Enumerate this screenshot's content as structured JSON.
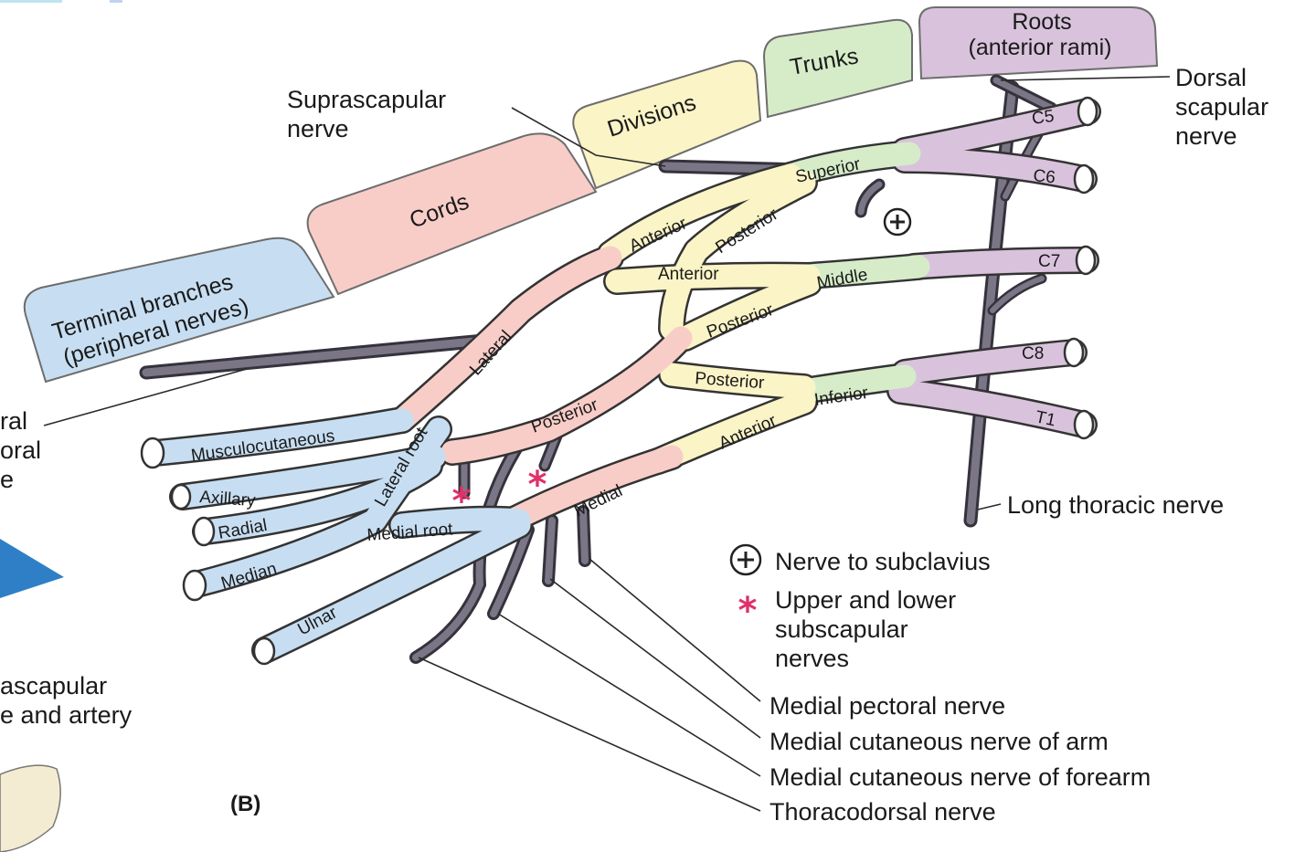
{
  "headers": {
    "roots": "Roots\n(anterior rami)",
    "roots_line1": "Roots",
    "roots_line2": "(anterior rami)",
    "trunks": "Trunks",
    "divisions": "Divisions",
    "cords": "Cords",
    "terminal_line1": "Terminal branches",
    "terminal_line2": "(peripheral nerves)"
  },
  "roots": [
    "C5",
    "C6",
    "C7",
    "C8",
    "T1"
  ],
  "trunks": {
    "superior": "Superior",
    "middle": "Middle",
    "inferior": "Inferior"
  },
  "divisions": {
    "superior_anterior": "Anterior",
    "superior_posterior": "Posterior",
    "middle_anterior": "Anterior",
    "middle_posterior": "Posterior",
    "inferior_posterior": "Posterior",
    "inferior_anterior": "Anterior"
  },
  "cords": {
    "lateral": "Lateral",
    "posterior": "Posterior",
    "medial": "Medial"
  },
  "terminal": {
    "musculocutaneous": "Musculocutaneous",
    "axillary": "Axillary",
    "radial": "Radial",
    "median": "Median",
    "ulnar": "Ulnar",
    "lateral_root": "Lateral root",
    "medial_root": "Medial root"
  },
  "labels": {
    "suprascapular_1": "Suprascapular",
    "suprascapular_2": "nerve",
    "dorsal_1": "Dorsal",
    "dorsal_2": "scapular",
    "dorsal_3": "nerve",
    "long_thoracic": "Long thoracic nerve",
    "lateral_pectoral_1": "ral",
    "lateral_pectoral_2": "oral",
    "lateral_pectoral_3": "e",
    "suprascapular_artery_1": "ascapular",
    "suprascapular_artery_2": "e and artery",
    "medial_pectoral": "Medial pectoral nerve",
    "medial_cut_arm": "Medial cutaneous nerve of arm",
    "medial_cut_forearm": "Medial cutaneous nerve of forearm",
    "thoracodorsal": "Thoracodorsal nerve",
    "panel": "(B)"
  },
  "legend": {
    "subclavius_symbol": "+",
    "subclavius": "Nerve to subclavius",
    "subscapular_symbol": "*",
    "subscapular_1": "Upper and lower",
    "subscapular_2": "subscapular",
    "subscapular_3": "nerves"
  },
  "colors": {
    "roots": "#d9c2dc",
    "trunks": "#d6ecc9",
    "divisions": "#fbf4c6",
    "cords": "#f8cdc8",
    "terminal": "#c7def2",
    "branch": "#6f6a78",
    "star": "#e0306a"
  }
}
